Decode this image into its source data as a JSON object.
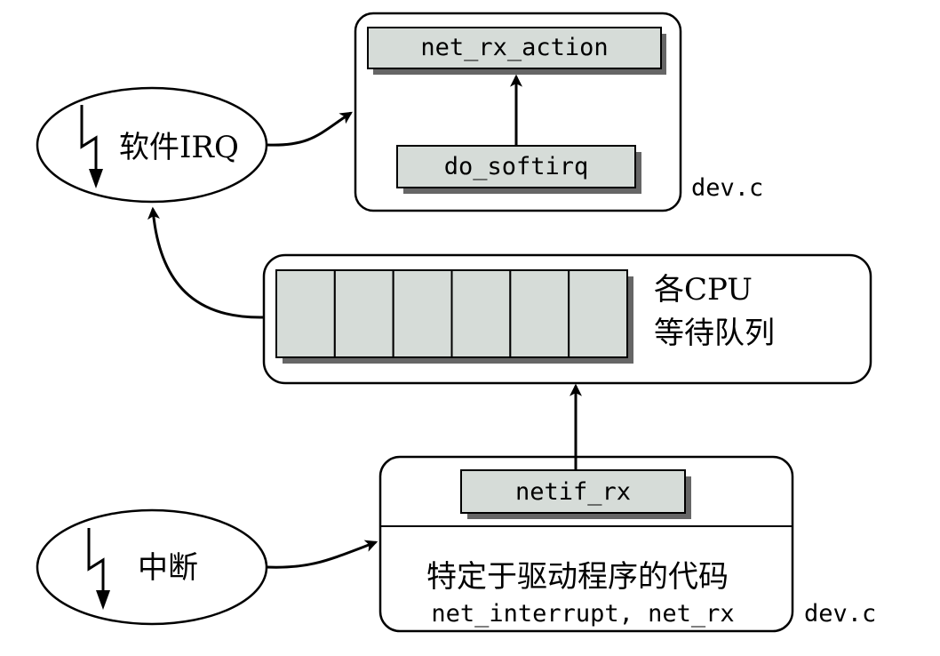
{
  "diagram": {
    "softirq_ellipse": {
      "label": "软件IRQ",
      "icon": "lightning-icon"
    },
    "interrupt_ellipse": {
      "label": "中断",
      "icon": "lightning-icon"
    },
    "top_box": {
      "net_rx_action": "net_rx_action",
      "do_softirq": "do_softirq",
      "file_label": "dev.c"
    },
    "queue_box": {
      "cell_count": 6,
      "label_line1": "各CPU",
      "label_line2": "等待队列"
    },
    "bottom_box": {
      "netif_rx": "netif_rx",
      "driver_label": "特定于驱动程序的代码",
      "function_label": "net_interrupt, net_rx",
      "file_label": "dev.c"
    },
    "colors": {
      "box_fill": "#d6dcd8",
      "shadow": "#666666",
      "stroke": "#000000"
    }
  }
}
